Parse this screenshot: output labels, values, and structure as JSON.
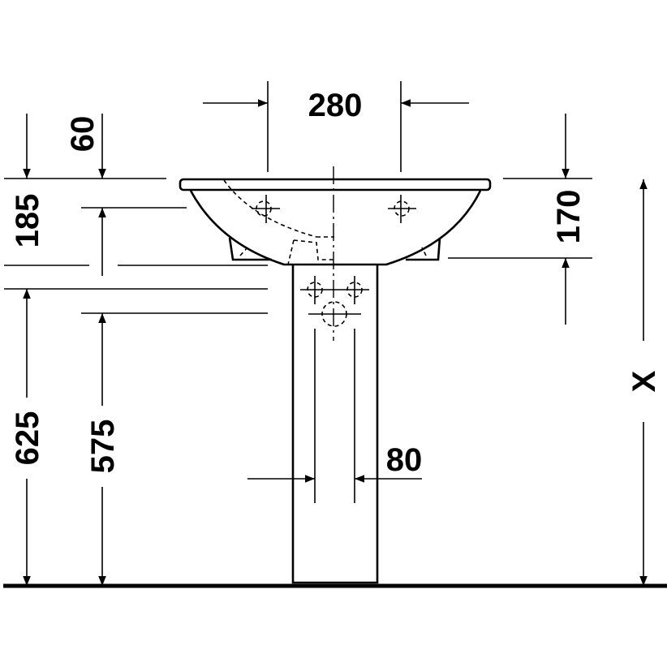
{
  "dimensions": {
    "basin_width_hole_spacing": "280",
    "rim_to_hole": "60",
    "basin_depth": "185",
    "rim_height": "625",
    "drain_height": "575",
    "side_depth": "170",
    "pedestal_width": "80",
    "variable_height": "X"
  },
  "colors": {
    "line": "#000000",
    "background": "#ffffff"
  }
}
